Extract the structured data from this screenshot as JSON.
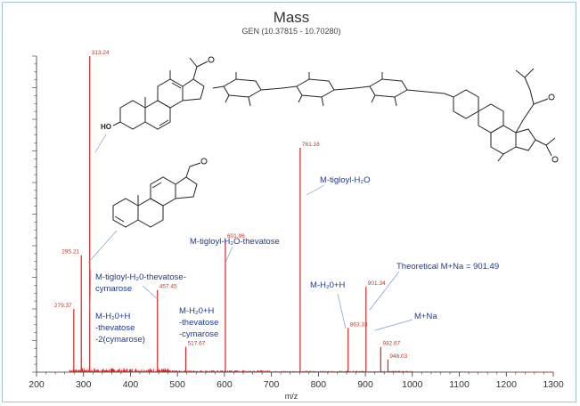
{
  "chart_data": {
    "type": "line",
    "title": "Mass",
    "subtitle": "GEN (10.37815 - 10.70280)",
    "xlabel": "m/z",
    "ylabel": "",
    "xlim": [
      200,
      1300
    ],
    "ylim": [
      0,
      100
    ],
    "x_ticks": [
      200,
      300,
      400,
      500,
      600,
      700,
      800,
      900,
      1000,
      1100,
      1200,
      1300
    ],
    "grid": false,
    "line_color": "#d62728",
    "peaks": [
      {
        "x": 279.37,
        "y": 20,
        "label": "279.37"
      },
      {
        "x": 295.21,
        "y": 37,
        "label": "295.21"
      },
      {
        "x": 313.24,
        "y": 100,
        "label": "313.24"
      },
      {
        "x": 457.45,
        "y": 26,
        "label": "457.45"
      },
      {
        "x": 517.67,
        "y": 8,
        "label": "517.67"
      },
      {
        "x": 601.96,
        "y": 42,
        "label": "601.96"
      },
      {
        "x": 761.18,
        "y": 71,
        "label": "761.18"
      },
      {
        "x": 863.33,
        "y": 14,
        "label": "863.33"
      },
      {
        "x": 901.34,
        "y": 27,
        "label": "901.34"
      },
      {
        "x": 932.67,
        "y": 8,
        "label": "932.67"
      },
      {
        "x": 948.03,
        "y": 4,
        "label": "948.03"
      }
    ],
    "annotations": [
      {
        "lines": [
          "M-tigloyl-H₂O"
        ],
        "peak": 761.18
      },
      {
        "lines": [
          "M-tigloyl-H₂O-thevatose"
        ],
        "peak": 601.96
      },
      {
        "lines": [
          "M-tigloyl-H₂0-thevatose-",
          "cymarose"
        ],
        "peak": 457.45
      },
      {
        "lines": [
          "M-H₂0+H",
          "-thevatose",
          "-2(cymarose)"
        ],
        "peak": 313.24
      },
      {
        "lines": [
          "M-H₂0+H",
          "-thevatose",
          "-cymarose"
        ],
        "peak": 457.45
      },
      {
        "lines": [
          "M-H₂0+H"
        ],
        "peak": 863.33
      },
      {
        "lines": [
          "Theoretical M+Na = 901.49"
        ],
        "peak": 901.34
      },
      {
        "lines": [
          "M+Na"
        ],
        "peak": 901.34
      }
    ]
  },
  "colors": {
    "frame_border": "#9fc6dc",
    "spectrum": "#d62728",
    "peak_label": "#c0392b",
    "annotation": "#1f3a93",
    "leader_line": "#7a9cc6",
    "structure": "#222222"
  },
  "structures": {
    "top_hydroxyl_label": "HO"
  }
}
